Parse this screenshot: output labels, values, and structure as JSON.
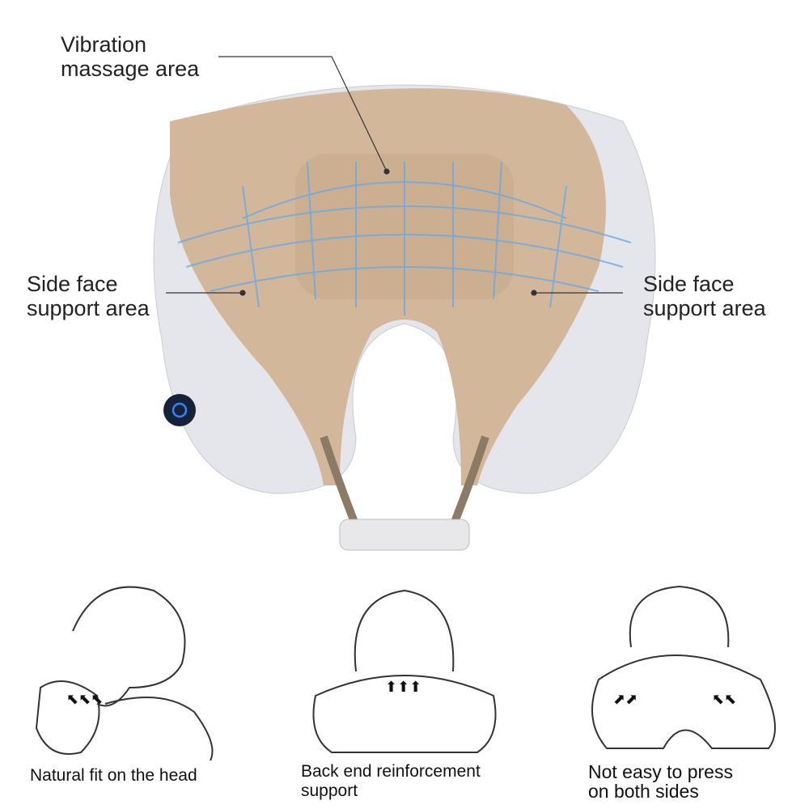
{
  "labels": {
    "vibration": [
      "Vibration",
      "massage area"
    ],
    "side_left": [
      "Side face",
      "support area"
    ],
    "side_right": [
      "Side face",
      "support area"
    ]
  },
  "captions": [
    {
      "lines": [
        "Natural fit on the head"
      ]
    },
    {
      "lines": [
        "Back end reinforcement",
        "support"
      ]
    },
    {
      "lines": [
        "Not easy to press",
        "on both sides"
      ]
    }
  ],
  "colors": {
    "fabric": "#d3b79a",
    "shell": "#e4e6ec",
    "button": "#1a4fb0",
    "mesh": "#6aa8e8"
  },
  "icons": [
    "power-icon"
  ]
}
